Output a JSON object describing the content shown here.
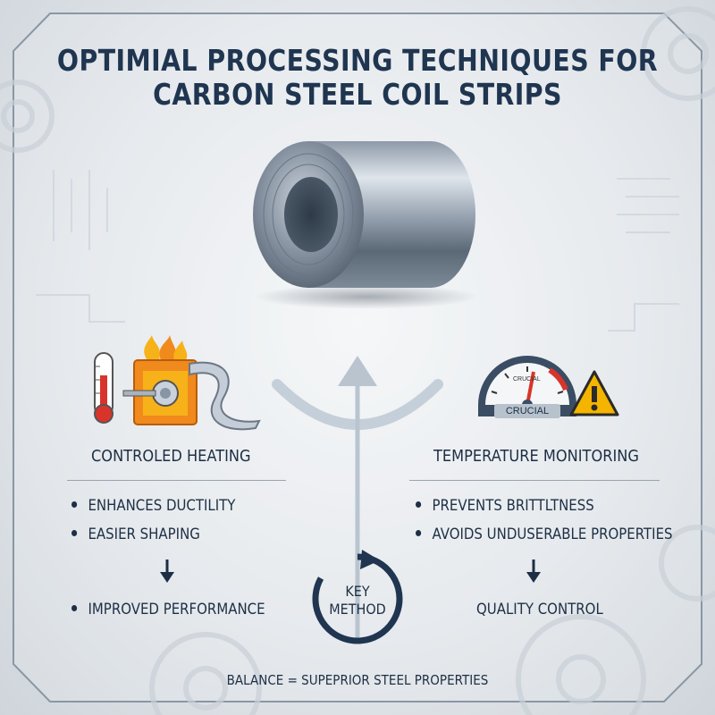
{
  "title": {
    "line1": "OPTIMIAL PROCESSING TECHNIQUES FOR",
    "line2": "CARBON STEEL COIL STRIPS"
  },
  "left": {
    "heading": "CONTROLED HEATING",
    "bullets": [
      "ENHANCES DUCTILITY",
      "EASIER SHAPING"
    ],
    "result": "IMPROVED PERFORMANCE",
    "icons": [
      "thermometer-icon",
      "furnace-icon",
      "fire-icon",
      "steel-strip-icon"
    ]
  },
  "right": {
    "heading": "TEMPERATURE MONITORING",
    "bullets": [
      "PREVENTS BRITTLTNESS",
      "AVOIDS UNDUSERABLE PROPERTIES"
    ],
    "result": "QUALITY CONTROL",
    "gauge_top_label": "CRUCIAL",
    "gauge_label": "CRUCIAL",
    "icons": [
      "gauge-icon",
      "warning-icon"
    ]
  },
  "center": {
    "key_line1": "KEY",
    "key_line2": "METHOD",
    "footer": "BALANCE = SUPEPRIOR STEEL PROPERTIES"
  },
  "colors": {
    "title": "#1f3550",
    "text": "#1d2f45",
    "accent_orange": "#f08a1c",
    "warning_yellow": "#f4b400",
    "thermo_red": "#d9342b"
  }
}
